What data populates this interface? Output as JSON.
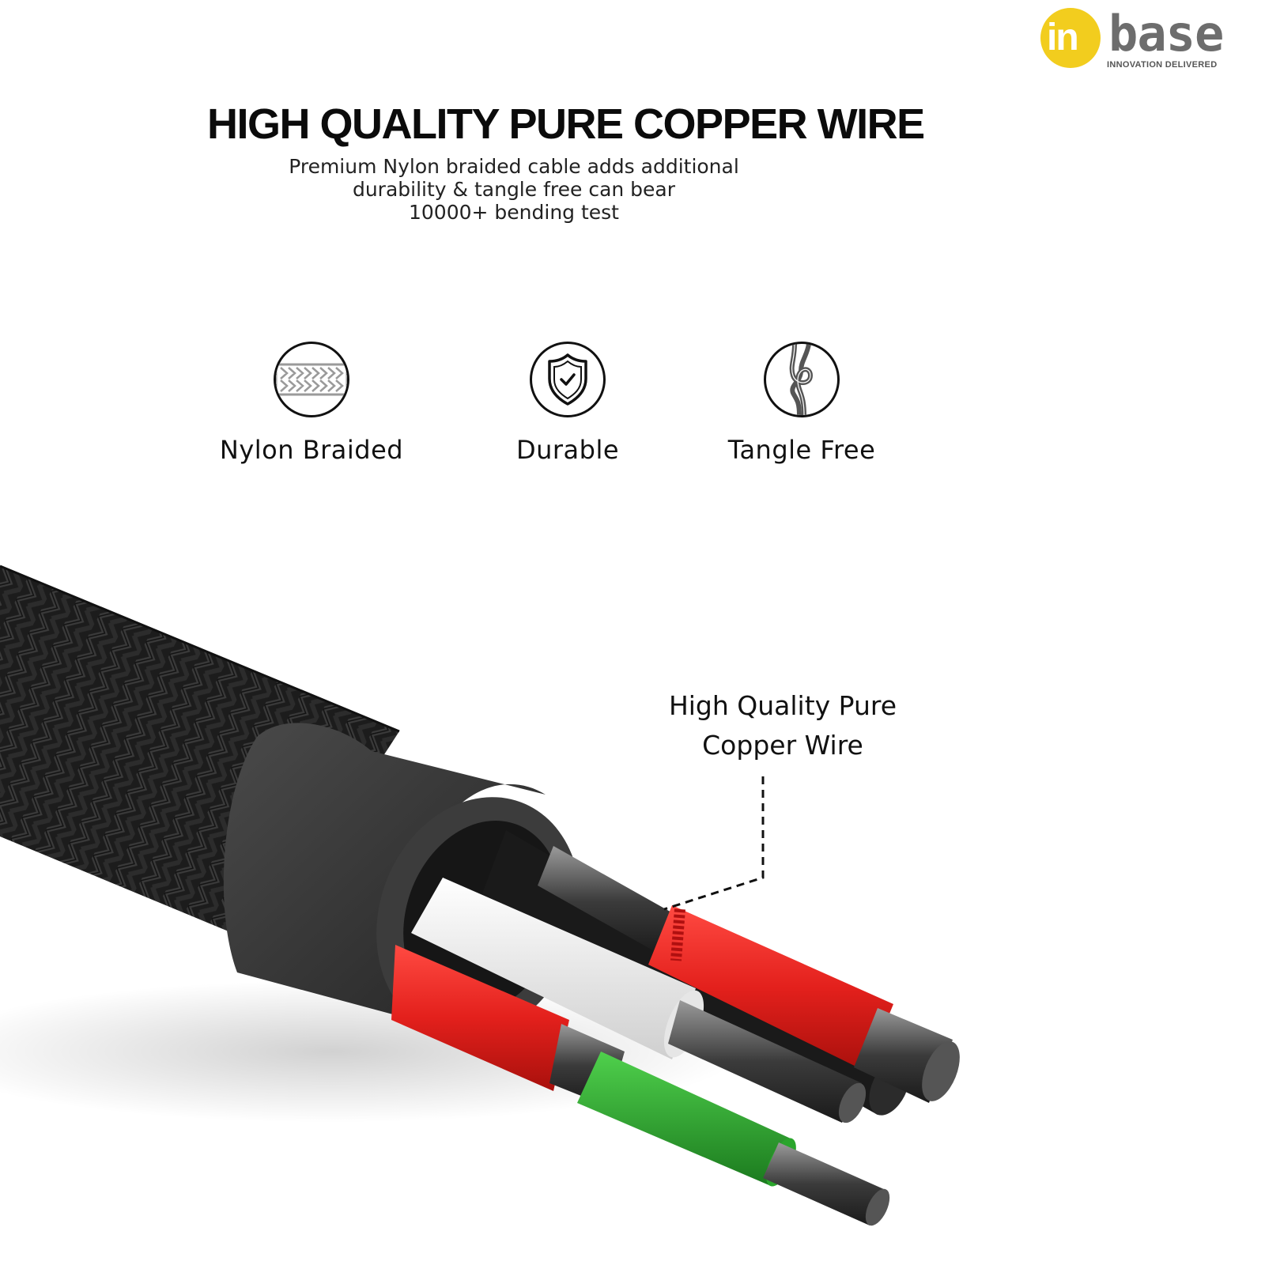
{
  "brand": {
    "logo_mark": "in",
    "logo_word": "base",
    "tagline": "INNOVATION DELIVERED",
    "colors": {
      "mark": "#f2cd1e",
      "word": "#6d6d6d"
    }
  },
  "header": {
    "title": "HIGH QUALITY PURE COPPER WIRE",
    "subtitle_lines": [
      "Premium Nylon braided cable adds additional",
      "durability & tangle free can bear",
      "10000+ bending test"
    ]
  },
  "features": [
    {
      "icon": "braid-icon",
      "label": "Nylon Braided"
    },
    {
      "icon": "shield-check-icon",
      "label": "Durable"
    },
    {
      "icon": "knot-icon",
      "label": "Tangle Free"
    }
  ],
  "illustration": {
    "callout_lines": [
      "High Quality Pure",
      "Copper Wire"
    ],
    "wire_colors": {
      "red": "#e3201c",
      "white": "#f2f2f2",
      "green": "#2aa52c",
      "black": "#1a1a1a",
      "jacket": "#2e2e2e",
      "braid": "#1c1c1c"
    }
  }
}
